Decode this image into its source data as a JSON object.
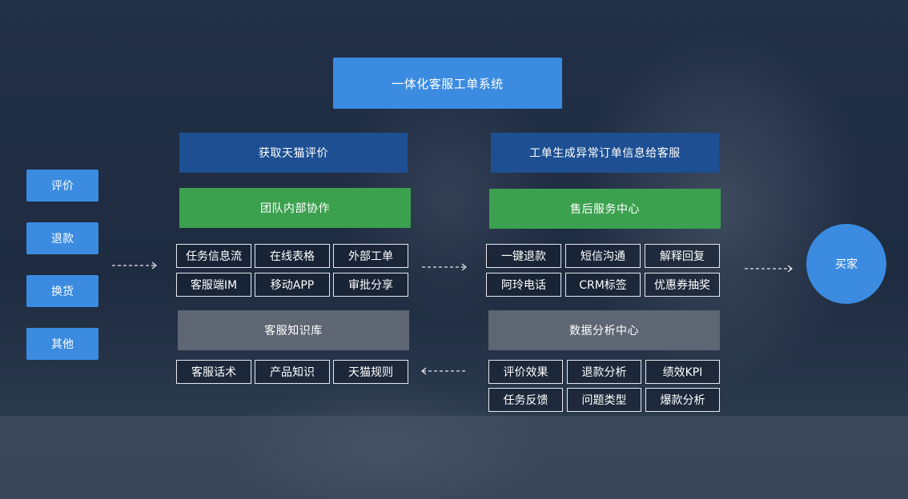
{
  "title": "一体化客服工单系统",
  "left_panel": {
    "top": "获取天猫评价",
    "middle": "团队内部协作",
    "tags": [
      "任务信息流",
      "在线表格",
      "外部工单",
      "客服端IM",
      "移动APP",
      "审批分享"
    ],
    "bottom": "客服知识库",
    "bottom_tags": [
      "客服话术",
      "产品知识",
      "天猫规则"
    ]
  },
  "right_panel": {
    "top": "工单生成异常订单信息给客服",
    "middle": "售后服务中心",
    "tags": [
      "一键退款",
      "短信沟通",
      "解释回复",
      "阿玲电话",
      "CRM标签",
      "优惠券抽奖"
    ],
    "bottom": "数据分析中心",
    "bottom_tags": [
      "评价效果",
      "退款分析",
      "绩效KPI",
      "任务反馈",
      "问题类型",
      "爆款分析"
    ]
  },
  "side_items": [
    "评价",
    "退款",
    "换货",
    "其他"
  ],
  "buyer": "买家",
  "colors": {
    "blue": "#3b8be0",
    "navy": "#1d4f92",
    "green": "#3ca14f",
    "gray": "#5f6673"
  }
}
